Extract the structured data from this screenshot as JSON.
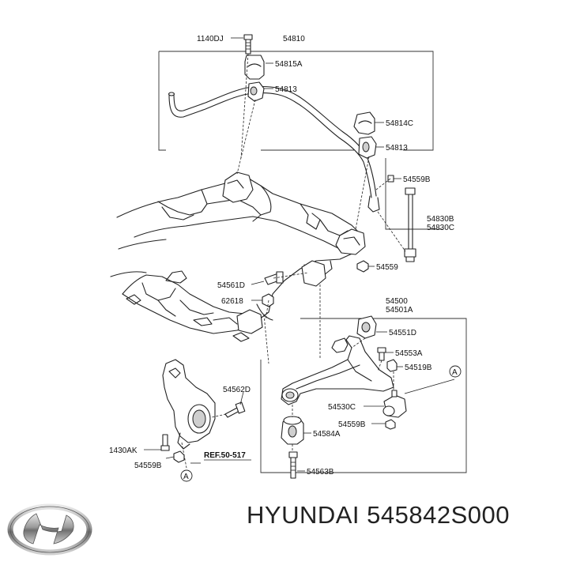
{
  "labels": {
    "p1140DJ": "1140DJ",
    "p54810": "54810",
    "p54815A": "54815A",
    "p54813a": "54813",
    "p54814C": "54814C",
    "p54813b": "54813",
    "p54559B_top": "54559B",
    "p54830B": "54830B",
    "p54830C": "54830C",
    "p54559": "54559",
    "p54561D": "54561D",
    "p62618": "62618",
    "p54500": "54500",
    "p54501A": "54501A",
    "p54551D": "54551D",
    "p54553A": "54553A",
    "p54519B": "54519B",
    "p54562D": "54562D",
    "p54530C": "54530C",
    "p54559B_mid": "54559B",
    "p54584A": "54584A",
    "p1430AK": "1430AK",
    "ref": "REF.50-517",
    "p54559B_bot": "54559B",
    "p54563B": "54563B",
    "markerA": "A"
  },
  "brand": {
    "text": "HYUNDAI 545842S000",
    "logo": "hyundai-logo-icon"
  }
}
